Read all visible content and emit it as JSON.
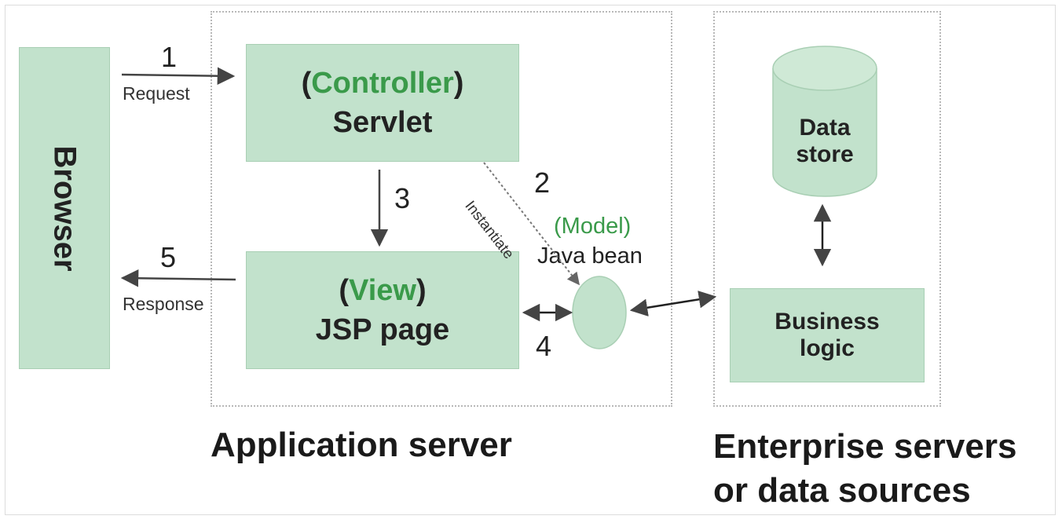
{
  "browser": {
    "label": "Browser"
  },
  "controller": {
    "paren_open": "(",
    "role": "Controller",
    "paren_close": ")",
    "name": "Servlet"
  },
  "view": {
    "paren_open": "(",
    "role": "View",
    "paren_close": ")",
    "name": "JSP page"
  },
  "model": {
    "paren_open": "(",
    "role": "Model",
    "paren_close": ")",
    "name": "Java bean"
  },
  "data_store": {
    "line1": "Data",
    "line2": "store"
  },
  "business_logic": {
    "line1": "Business",
    "line2": "logic"
  },
  "steps": {
    "s1": {
      "num": "1",
      "label": "Request"
    },
    "s2": {
      "num": "2",
      "label": "Instantiate"
    },
    "s3": {
      "num": "3"
    },
    "s4": {
      "num": "4"
    },
    "s5": {
      "num": "5",
      "label": "Response"
    }
  },
  "captions": {
    "app_server": "Application server",
    "enterprise_line1": "Enterprise servers",
    "enterprise_line2": "or data sources"
  },
  "colors": {
    "box_fill": "#c2e2cc",
    "accent_green": "#3a9a4a",
    "dotted_border": "#b8b8b8"
  }
}
